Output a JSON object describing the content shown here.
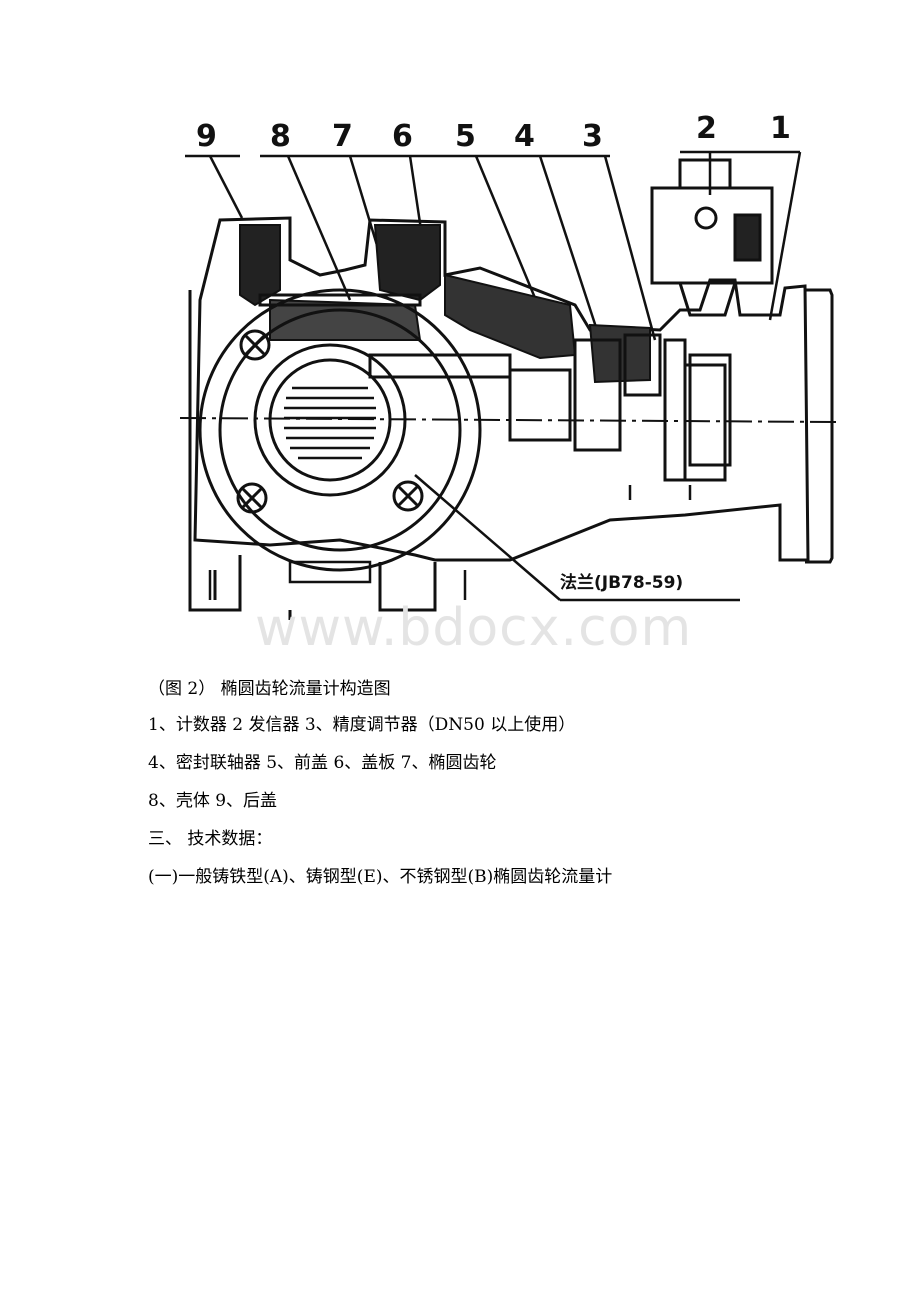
{
  "figure": {
    "part_numbers": [
      "9",
      "8",
      "7",
      "6",
      "5",
      "4",
      "3",
      "2",
      "1"
    ],
    "flange_label": "法兰(JB78-59)"
  },
  "watermark": "www.bdocx.com",
  "lines": {
    "caption": "（图 2） 椭圆齿轮流量计构造图",
    "parts_1": "1、计数器  2 发信器  3、精度调节器（DN50 以上使用）",
    "parts_2": "4、密封联轴器  5、前盖  6、盖板   7、椭圆齿轮",
    "parts_3": "8、壳体  9、后盖",
    "section_heading": "三、 技术数据：",
    "subsection": "(一)一般铸铁型(A)、铸钢型(E)、不锈钢型(B)椭圆齿轮流量计"
  }
}
